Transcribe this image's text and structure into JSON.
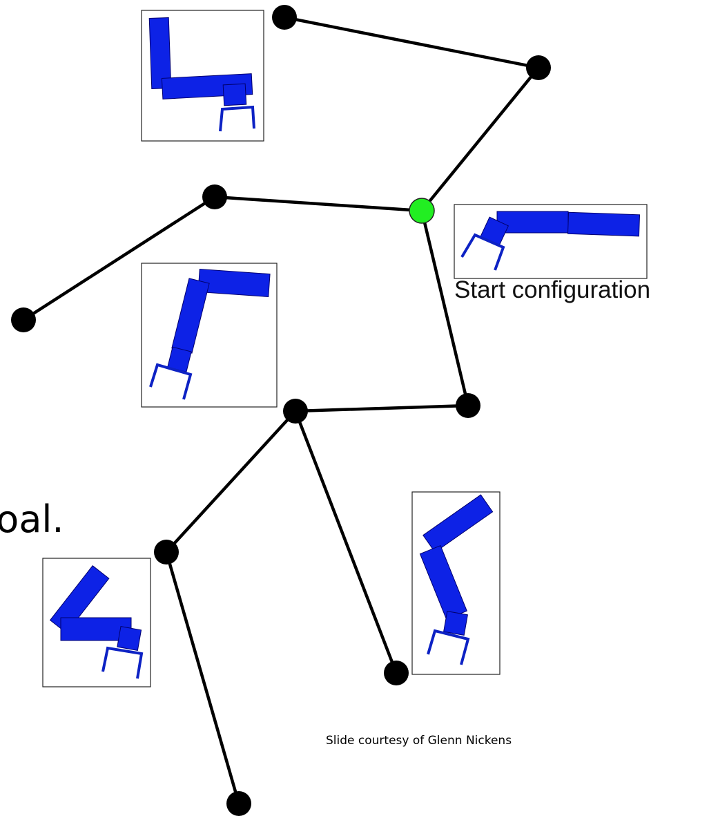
{
  "slide": {
    "text_fragment": "goal.",
    "start_label": "Start configuration",
    "credit": "Slide courtesy of Glenn Nickens"
  },
  "colors": {
    "edge": "#000000",
    "node": "#000000",
    "start_node": "#22ee22",
    "arm_fill": "#0d22e6",
    "arm_outline": "#00006e",
    "box_border": "#222222"
  },
  "icons": {
    "start_node": "green-circle",
    "tree_node": "black-circle",
    "configuration_snapshot": "robot-arm-icon"
  }
}
